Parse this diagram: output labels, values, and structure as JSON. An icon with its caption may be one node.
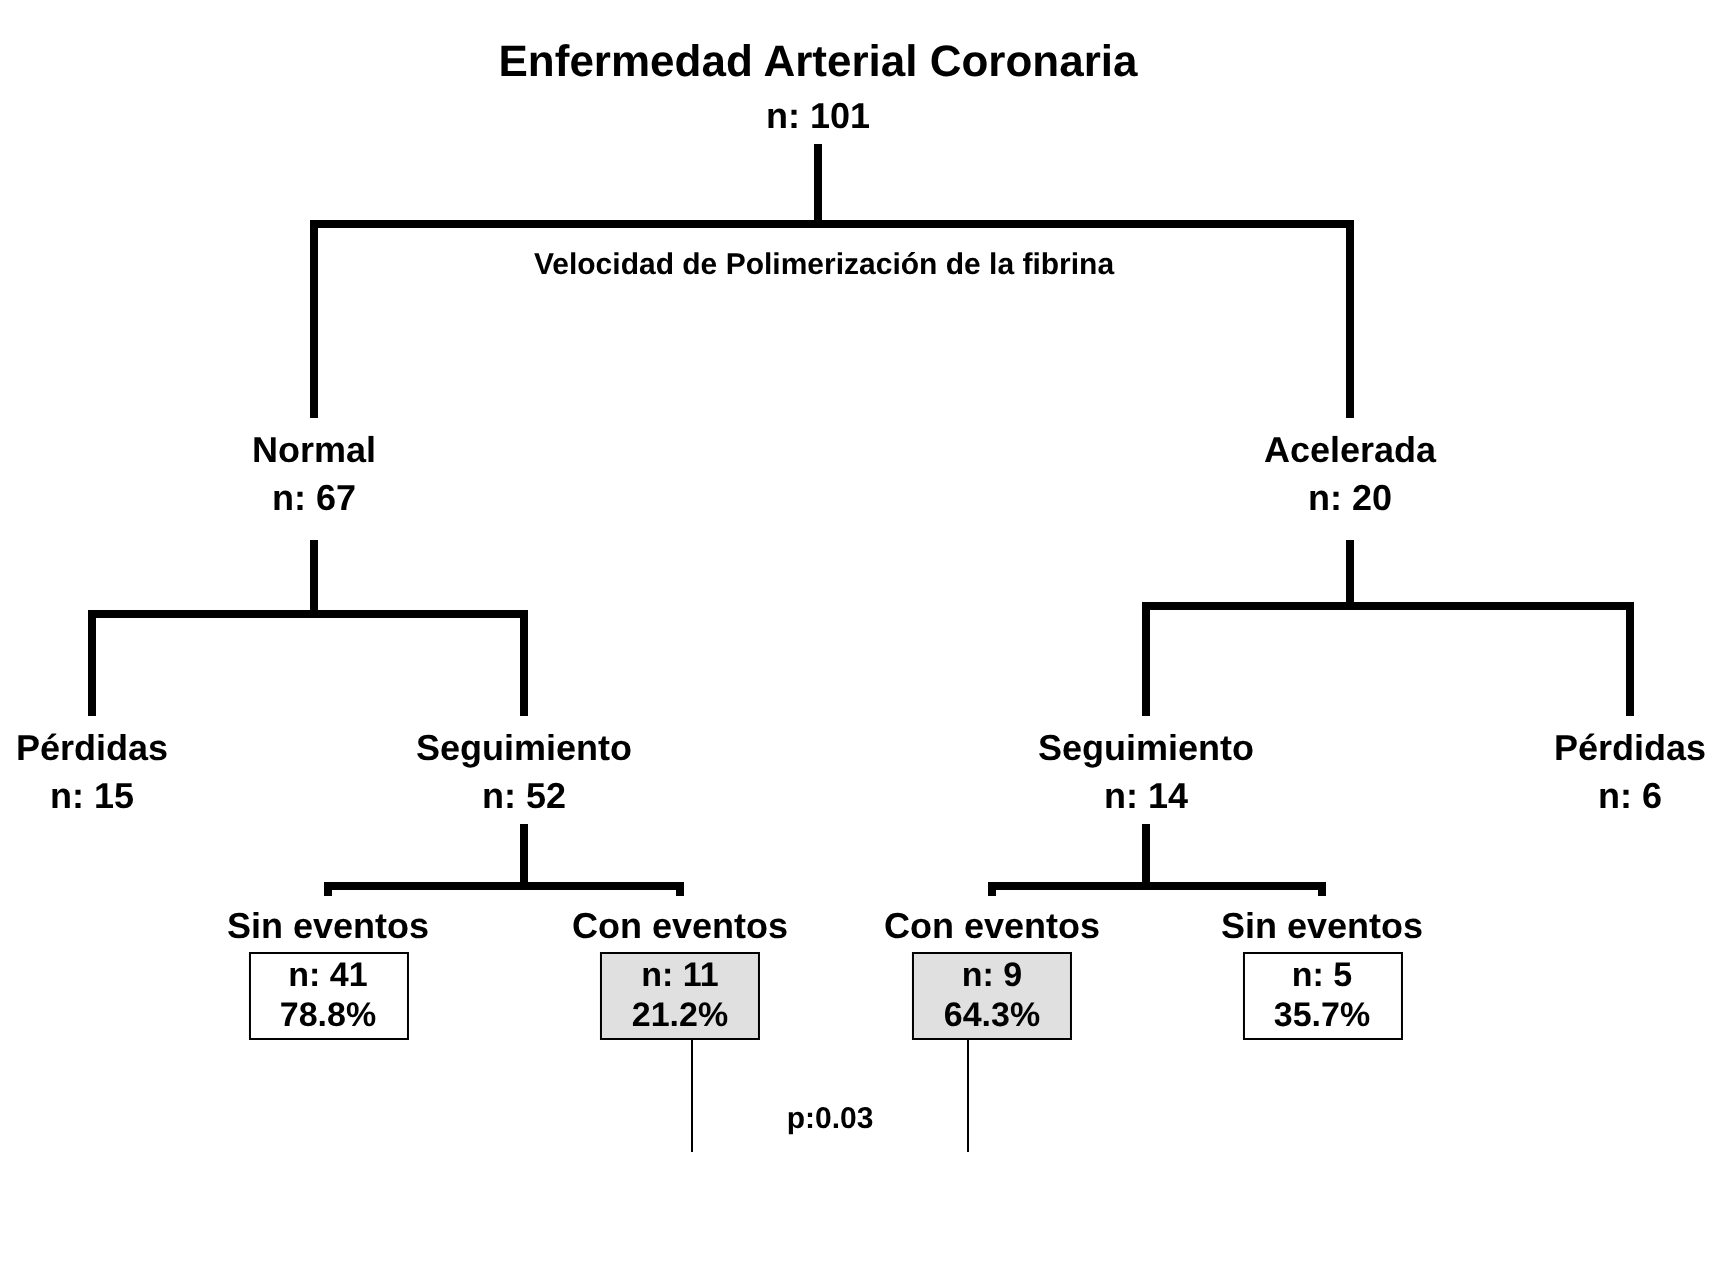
{
  "diagram": {
    "title": "Enfermedad Arterial Coronaria",
    "nodes": [
      {
        "text": [
          "n: 101"
        ]
      },
      {
        "text": [
          "Normal",
          "n: 67"
        ]
      },
      {
        "text": [
          "Acelerada",
          "n: 20"
        ]
      },
      {
        "text": [
          "Pérdidas",
          "n: 15"
        ]
      },
      {
        "text": [
          "Seguimiento",
          "n: 52"
        ]
      },
      {
        "text": [
          "Seguimiento",
          "n: 14"
        ]
      },
      {
        "text": [
          "Pérdidas",
          "n: 6"
        ]
      },
      {
        "text": [
          "Sin eventos",
          "n: 41",
          "78.8%"
        ]
      },
      {
        "text": [
          "Con eventos",
          "n: 11",
          "21.2%"
        ]
      },
      {
        "text": [
          "Con eventos",
          "n: 9",
          "64.3%"
        ]
      },
      {
        "text": [
          "Sin eventos",
          "n: 5",
          "35.7%"
        ]
      }
    ],
    "edges": [
      {
        "from": 0,
        "to": 1,
        "arrow": "none"
      },
      {
        "from": 0,
        "to": 2,
        "arrow": "none"
      },
      {
        "from": 1,
        "to": 3,
        "arrow": "none"
      },
      {
        "from": 1,
        "to": 4,
        "arrow": "none"
      },
      {
        "from": 2,
        "to": 5,
        "arrow": "none"
      },
      {
        "from": 2,
        "to": 6,
        "arrow": "none"
      },
      {
        "from": 4,
        "to": 7,
        "arrow": "none"
      },
      {
        "from": 4,
        "to": 8,
        "arrow": "none"
      },
      {
        "from": 5,
        "to": 9,
        "arrow": "none"
      },
      {
        "from": 5,
        "to": 10,
        "arrow": "none"
      }
    ],
    "labels": [
      "Velocidad de Polimerización de la fibrina",
      "p:0.03"
    ]
  }
}
